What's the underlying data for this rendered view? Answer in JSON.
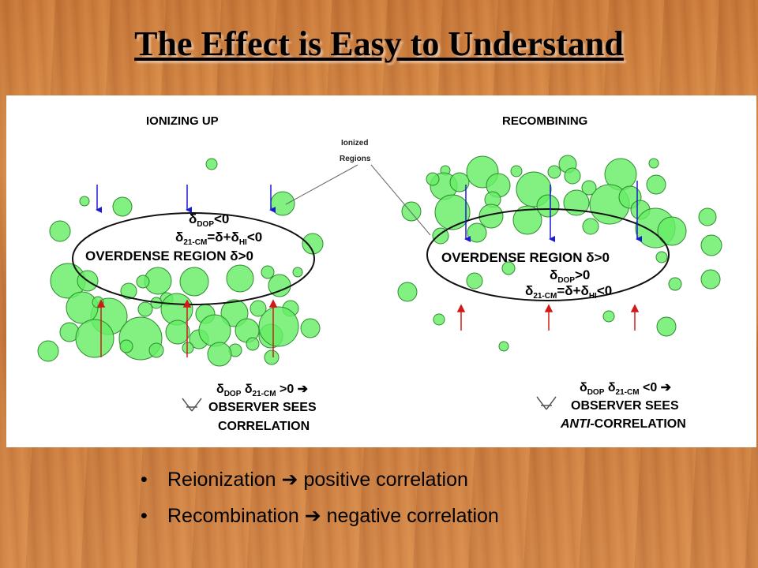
{
  "slide": {
    "title": "The Effect is Easy to Understand",
    "bullets": [
      {
        "before": "Reionization",
        "arrow": "➔",
        "after": "positive correlation"
      },
      {
        "before": "Recombination",
        "arrow": "➔",
        "after": "negative correlation"
      }
    ]
  },
  "diagram": {
    "left": {
      "heading": "IONIZING UP",
      "eq1": [
        "δ",
        "DOP",
        "<0"
      ],
      "eq2": [
        "δ",
        "21-CM",
        "=δ+δ",
        "HI",
        "<0"
      ],
      "region": "OVERDENSE REGION δ>0",
      "observer_line1": [
        "δ",
        "DOP",
        " δ",
        "21-CM",
        " >0 ➔"
      ],
      "observer_line2": "OBSERVER SEES",
      "observer_line3": "CORRELATION"
    },
    "right": {
      "heading": "RECOMBINING",
      "region": "OVERDENSE REGION δ>0",
      "eq1": [
        "δ",
        "DOP",
        ">0"
      ],
      "eq2": [
        "δ",
        "21-CM",
        "=δ+δ",
        "HI",
        "<0"
      ],
      "observer_line1": [
        "δ",
        "DOP",
        " δ",
        "21-CM",
        " <0 ➔"
      ],
      "observer_line2": "OBSERVER SEES",
      "observer_line3_italic": "ANTI",
      "observer_line3": "-CORRELATION"
    },
    "label_ionized": [
      "Ionized",
      "Regions"
    ],
    "colors": {
      "bubble_fill": "#66ee66",
      "bubble_stroke": "#2e8b2e",
      "arrow_down": "#1a1ad0",
      "arrow_up": "#d01a1a"
    }
  }
}
